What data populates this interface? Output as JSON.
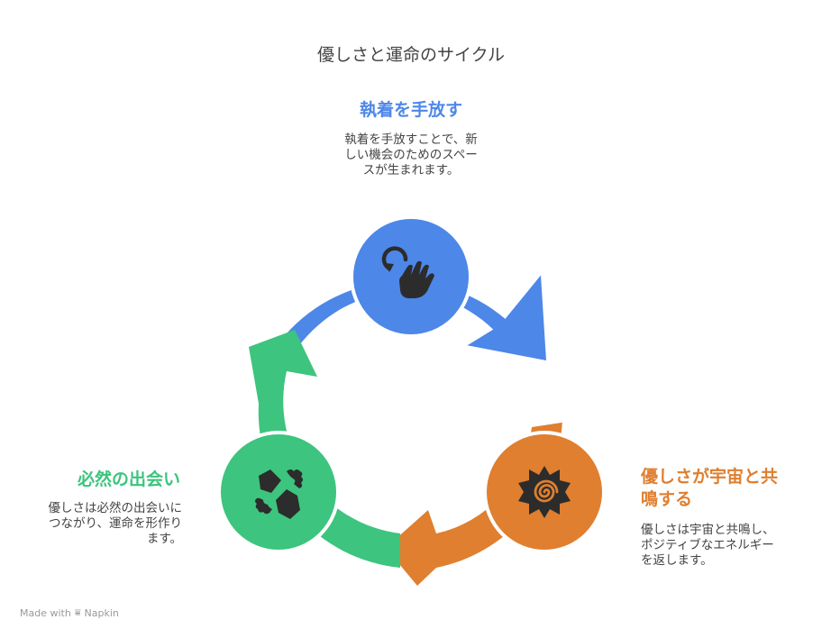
{
  "title": "優しさと運命のサイクル",
  "colors": {
    "blue": "#4d87e8",
    "orange": "#df7f2f",
    "green": "#3dc47e"
  },
  "nodes": {
    "release": {
      "title": "執着を手放す",
      "desc_lines": [
        "執着を手放すことで、新",
        "しい機会のためのスペー",
        "スが生まれます。"
      ],
      "icon": "hand-wave-icon"
    },
    "resonate": {
      "title_lines": [
        "優しさが宇宙と共",
        "鳴する"
      ],
      "desc_lines": [
        "優しさは宇宙と共鳴し、",
        "ポジティブなエネルギー",
        "を返します。"
      ],
      "icon": "spiral-sun-icon"
    },
    "encounter": {
      "title": "必然の出会い",
      "desc_lines": [
        "優しさは必然の出会いに",
        "つながり、運命を形作り",
        "ます。"
      ],
      "icon": "handshake-icon"
    }
  },
  "footer": {
    "made_with": "Made with",
    "brand": "Napkin"
  }
}
